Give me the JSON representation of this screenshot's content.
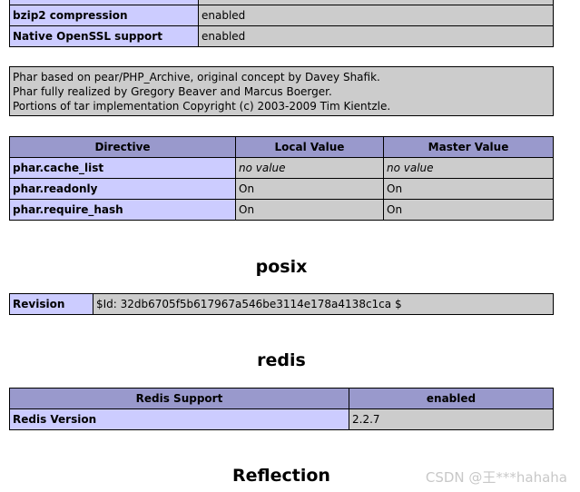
{
  "phar_table": {
    "rows": [
      {
        "name": "",
        "value": ""
      },
      {
        "name": "bzip2 compression",
        "value": "enabled"
      },
      {
        "name": "Native OpenSSL support",
        "value": "enabled"
      }
    ]
  },
  "phar_info": [
    "Phar based on pear/PHP_Archive, original concept by Davey Shafik.",
    "Phar fully realized by Gregory Beaver and Marcus Boerger.",
    "Portions of tar implementation Copyright (c) 2003-2009 Tim Kientzle."
  ],
  "directives": {
    "headers": [
      "Directive",
      "Local Value",
      "Master Value"
    ],
    "rows": [
      {
        "name": "phar.cache_list",
        "local": "no value",
        "master": "no value"
      },
      {
        "name": "phar.readonly",
        "local": "On",
        "master": "On"
      },
      {
        "name": "phar.require_hash",
        "local": "On",
        "master": "On"
      }
    ]
  },
  "posix": {
    "title": "posix",
    "rows": [
      {
        "name": "Revision",
        "value": "$Id: 32db6705f5b617967a546be3114e178a4138c1ca $"
      }
    ]
  },
  "redis": {
    "title": "redis",
    "header": [
      "Redis Support",
      "enabled"
    ],
    "rows": [
      {
        "name": "Redis Version",
        "value": "2.2.7"
      }
    ]
  },
  "reflection": {
    "title": "Reflection"
  },
  "watermark": "CSDN @王***hahaha"
}
